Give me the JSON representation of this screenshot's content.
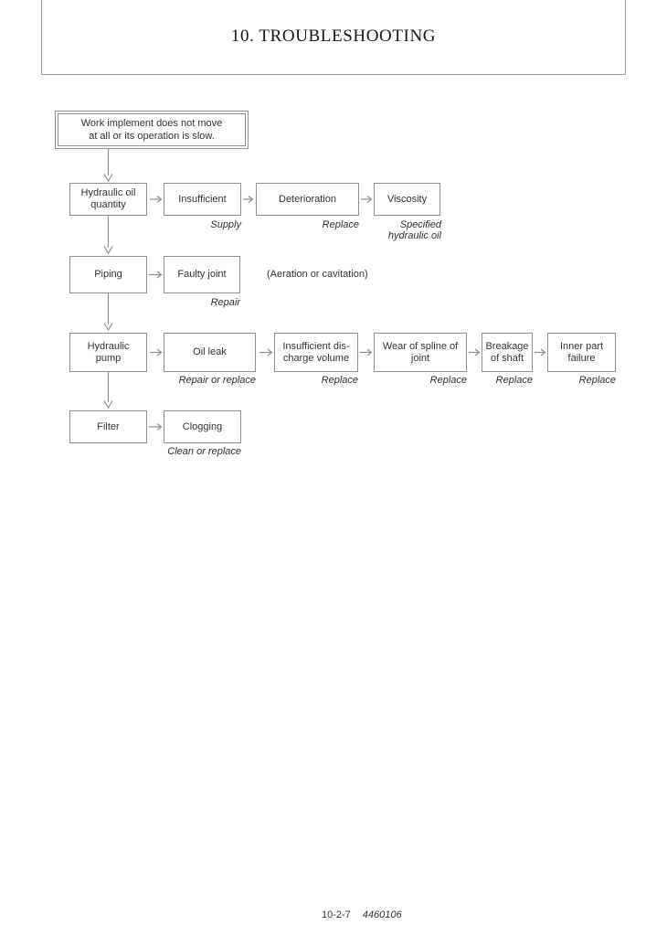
{
  "header": {
    "title": "10. TROUBLESHOOTING"
  },
  "flowchart": {
    "start": "Work implement does not move\nat all or its operation is slow.",
    "rows": [
      {
        "source": "Hydraulic oil\nquantity",
        "causes": [
          {
            "text": "Insufficient",
            "remedy": "Supply"
          },
          {
            "text": "Deterioration",
            "remedy": "Replace"
          },
          {
            "text": "Viscosity",
            "remedy": "Specified\nhydraulic oil"
          }
        ]
      },
      {
        "source": "Piping",
        "note": "(Aeration or cavitation)",
        "causes": [
          {
            "text": "Faulty joint",
            "remedy": "Repair"
          }
        ]
      },
      {
        "source": "Hydraulic\npump",
        "causes": [
          {
            "text": "Oil leak",
            "remedy": "Repair or replace"
          },
          {
            "text": "Insufficient dis-\ncharge volume",
            "remedy": "Replace"
          },
          {
            "text": "Wear of spline of\njoint",
            "remedy": "Replace"
          },
          {
            "text": "Breakage\nof shaft",
            "remedy": "Replace"
          },
          {
            "text": "Inner part\nfailure",
            "remedy": "Replace"
          }
        ]
      },
      {
        "source": "Filter",
        "causes": [
          {
            "text": "Clogging",
            "remedy": "Clean or replace"
          }
        ]
      }
    ]
  },
  "footer": {
    "page_number": "10-2-7",
    "doc_code": "4460106"
  }
}
